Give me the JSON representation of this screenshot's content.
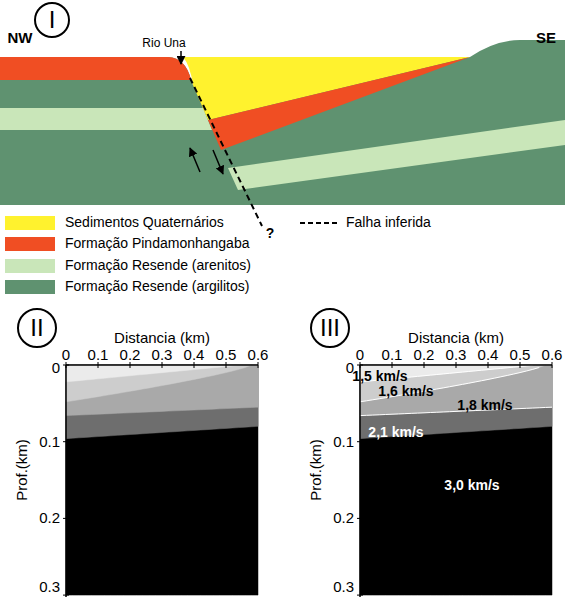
{
  "diagram": {
    "nodes": [
      {
        "text": [
          "I"
        ]
      },
      {
        "text": [
          "II"
        ]
      },
      {
        "text": [
          "III"
        ]
      }
    ],
    "labels": [
      "NW",
      "Rio Una",
      "SE",
      "?",
      "Distancia (km)",
      "0",
      "0.1",
      "0.2",
      "0.3",
      "0.4",
      "0.5",
      "0.6",
      "Prof.(km)",
      "0",
      "0.1",
      "0.2",
      "0.3",
      "Distancia (km)",
      "0",
      "0.1",
      "0.2",
      "0.3",
      "0.4",
      "0.5",
      "0.6",
      "Prof.(km)",
      "0",
      "0.1",
      "0.2",
      "0.3",
      "1,5 km/s",
      "1,6 km/s",
      "1,8 km/s",
      "2,1 km/s",
      "3,0 km/s"
    ],
    "legend": [
      {
        "text": "Sedimentos Quaternários",
        "color": "#fff22e"
      },
      {
        "text": "Formação Pindamonhangaba",
        "color": "#f04e23"
      },
      {
        "text": "Formação Resende (arenitos)",
        "color": "#c9e6b9"
      },
      {
        "text": "Formação Resende (argilitos)",
        "color": "#5f9270"
      },
      {
        "text": "Falha inferida"
      }
    ]
  }
}
